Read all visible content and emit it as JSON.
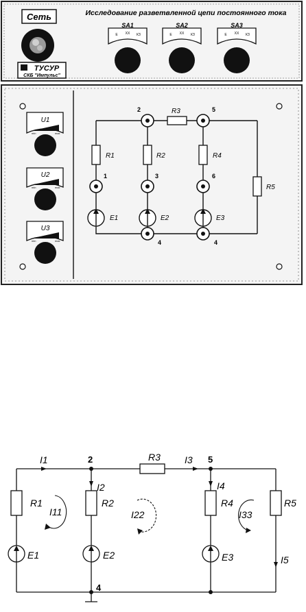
{
  "top_panel": {
    "power_label": "Сеть",
    "title": "Исследование разветвленной цепи постоянного тока",
    "brand_name": "ТУСУР",
    "brand_sub": "СКБ \"Импульс\"",
    "switches": [
      {
        "name": "SA1",
        "positions": [
          "E",
          "XX",
          "КЗ"
        ]
      },
      {
        "name": "SA2",
        "positions": [
          "E",
          "XX",
          "КЗ"
        ]
      },
      {
        "name": "SA3",
        "positions": [
          "E",
          "XX",
          "КЗ"
        ]
      }
    ]
  },
  "control_panel": {
    "sources": [
      {
        "label": "U1",
        "min": "min",
        "max": "max"
      },
      {
        "label": "U2",
        "min": "min",
        "max": "max"
      },
      {
        "label": "U3",
        "min": "min",
        "max": "max"
      }
    ]
  },
  "panel_circuit": {
    "resistors": [
      "R1",
      "R2",
      "R3",
      "R4",
      "R5"
    ],
    "sources": [
      "E1",
      "E2",
      "E3"
    ],
    "nodes": [
      "1",
      "2",
      "3",
      "4",
      "4",
      "5",
      "6"
    ]
  },
  "schematic": {
    "currents": [
      "I1",
      "I2",
      "I3",
      "I4",
      "I5"
    ],
    "loop_currents": [
      "I11",
      "I22",
      "I33"
    ],
    "resistors": [
      "R1",
      "R2",
      "R3",
      "R4",
      "R5"
    ],
    "sources": [
      "E1",
      "E2",
      "E3"
    ],
    "nodes": [
      "2",
      "5",
      "4"
    ]
  }
}
